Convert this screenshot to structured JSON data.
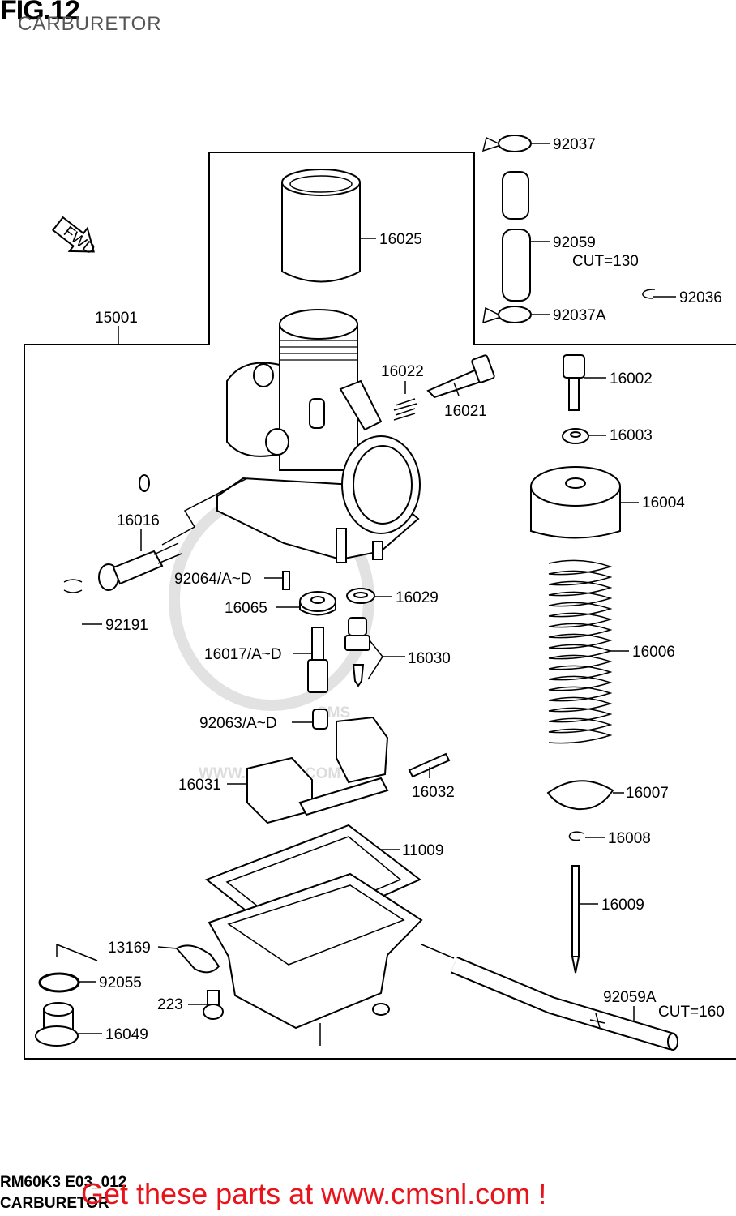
{
  "header": {
    "fig": "FIG.12",
    "subtitle": "CARBURETOR"
  },
  "footer": {
    "code": "RM60K3 E03_012",
    "name": "CARBURETOR",
    "promo": "Get these parts at www.cmsnl.com !"
  },
  "watermark": {
    "brand": "CMS",
    "url": "WWW.CMSNL.COM"
  },
  "fwd_label": "FWD",
  "parts": [
    {
      "id": "p92037",
      "label": "92037"
    },
    {
      "id": "p16025",
      "label": "16025"
    },
    {
      "id": "p92059",
      "label": "92059"
    },
    {
      "id": "p92059cut",
      "label": "CUT=130"
    },
    {
      "id": "p92036",
      "label": "92036"
    },
    {
      "id": "p92037a",
      "label": "92037A"
    },
    {
      "id": "p15001",
      "label": "15001"
    },
    {
      "id": "p16022",
      "label": "16022"
    },
    {
      "id": "p16021",
      "label": "16021"
    },
    {
      "id": "p16002",
      "label": "16002"
    },
    {
      "id": "p16003",
      "label": "16003"
    },
    {
      "id": "p16004",
      "label": "16004"
    },
    {
      "id": "p16016",
      "label": "16016"
    },
    {
      "id": "p92064",
      "label": "92064/A~D"
    },
    {
      "id": "p16065",
      "label": "16065"
    },
    {
      "id": "p16029",
      "label": "16029"
    },
    {
      "id": "p92191",
      "label": "92191"
    },
    {
      "id": "p16006",
      "label": "16006"
    },
    {
      "id": "p16017",
      "label": "16017/A~D"
    },
    {
      "id": "p16030",
      "label": "16030"
    },
    {
      "id": "p92063",
      "label": "92063/A~D"
    },
    {
      "id": "p16031",
      "label": "16031"
    },
    {
      "id": "p16032",
      "label": "16032"
    },
    {
      "id": "p16007",
      "label": "16007"
    },
    {
      "id": "p16008",
      "label": "16008"
    },
    {
      "id": "p11009",
      "label": "11009"
    },
    {
      "id": "p16009",
      "label": "16009"
    },
    {
      "id": "p13169",
      "label": "13169"
    },
    {
      "id": "p92055",
      "label": "92055"
    },
    {
      "id": "p223",
      "label": "223"
    },
    {
      "id": "p16049",
      "label": "16049"
    },
    {
      "id": "p92059a",
      "label": "92059A"
    },
    {
      "id": "p92059acut",
      "label": "CUT=160"
    }
  ]
}
